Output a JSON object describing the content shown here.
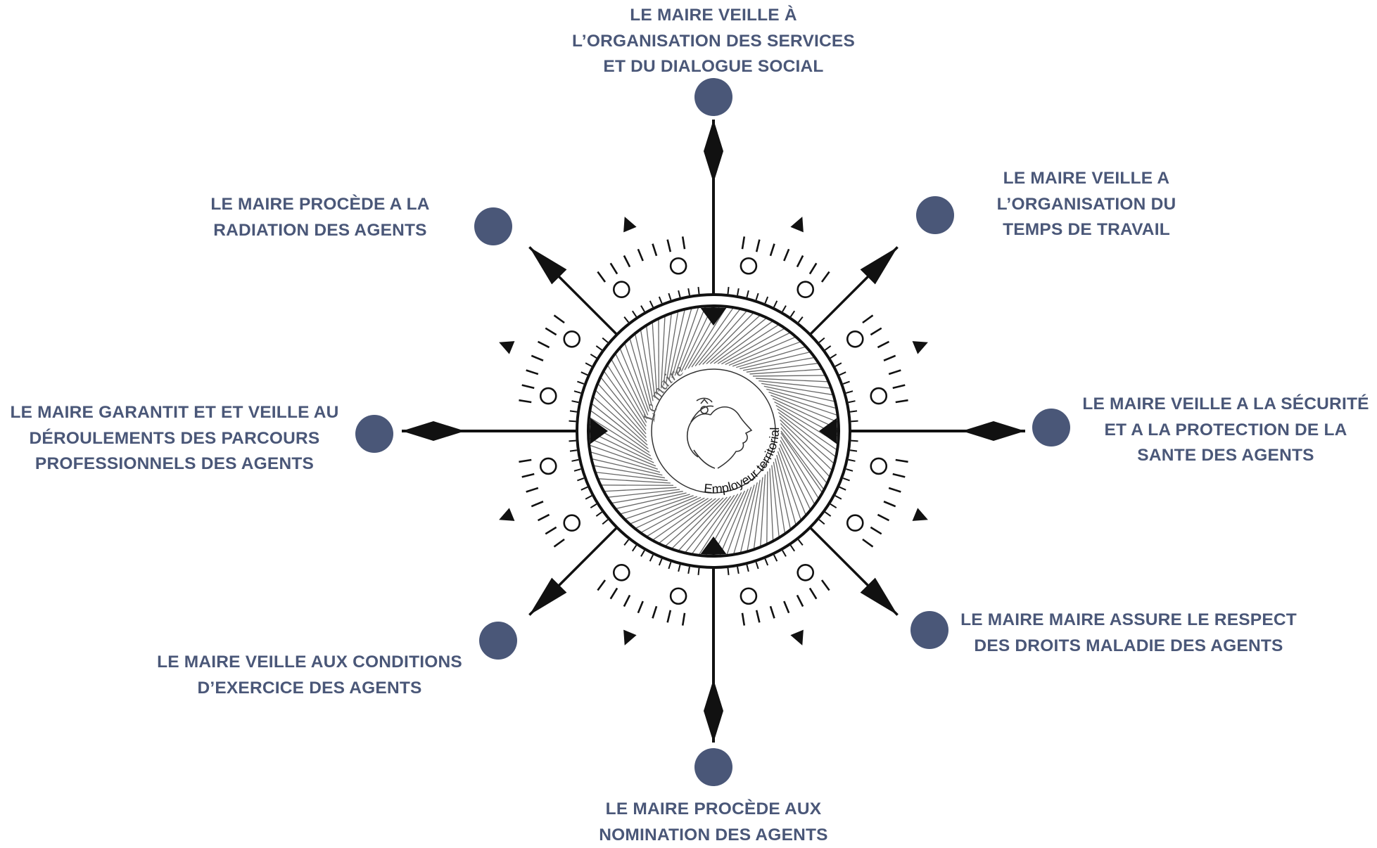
{
  "colors": {
    "accent": "#4a5778",
    "line": "#111111",
    "background": "#ffffff"
  },
  "logo": {
    "top_text": "Le maire",
    "bottom_text": "Employeur territorial"
  },
  "nodes": [
    {
      "id": "north",
      "lines": [
        "LE MAIRE VEILLE À",
        "L’ORGANISATION DES SERVICES",
        "ET DU DIALOGUE SOCIAL"
      ]
    },
    {
      "id": "north-east",
      "lines": [
        "LE MAIRE VEILLE A",
        "L’ORGANISATION DU",
        "TEMPS DE TRAVAIL"
      ]
    },
    {
      "id": "east",
      "lines": [
        "LE MAIRE VEILLE A LA SÉCURITÉ",
        "ET A LA PROTECTION DE LA",
        "SANTE DES AGENTS"
      ]
    },
    {
      "id": "south-east",
      "lines": [
        "LE MAIRE MAIRE ASSURE LE RESPECT",
        "DES DROITS MALADIE DES AGENTS"
      ]
    },
    {
      "id": "south",
      "lines": [
        "LE MAIRE PROCÈDE AUX",
        "NOMINATION DES AGENTS"
      ]
    },
    {
      "id": "south-west",
      "lines": [
        "LE MAIRE VEILLE AUX CONDITIONS",
        "D’EXERCICE DES AGENTS"
      ]
    },
    {
      "id": "west",
      "lines": [
        "LE MAIRE GARANTIT ET ET VEILLE AU",
        "DÉROULEMENTS DES PARCOURS",
        "PROFESSIONNELS DES AGENTS"
      ]
    },
    {
      "id": "north-west",
      "lines": [
        "LE MAIRE PROCÈDE A LA",
        "RADIATION DES AGENTS"
      ]
    }
  ]
}
